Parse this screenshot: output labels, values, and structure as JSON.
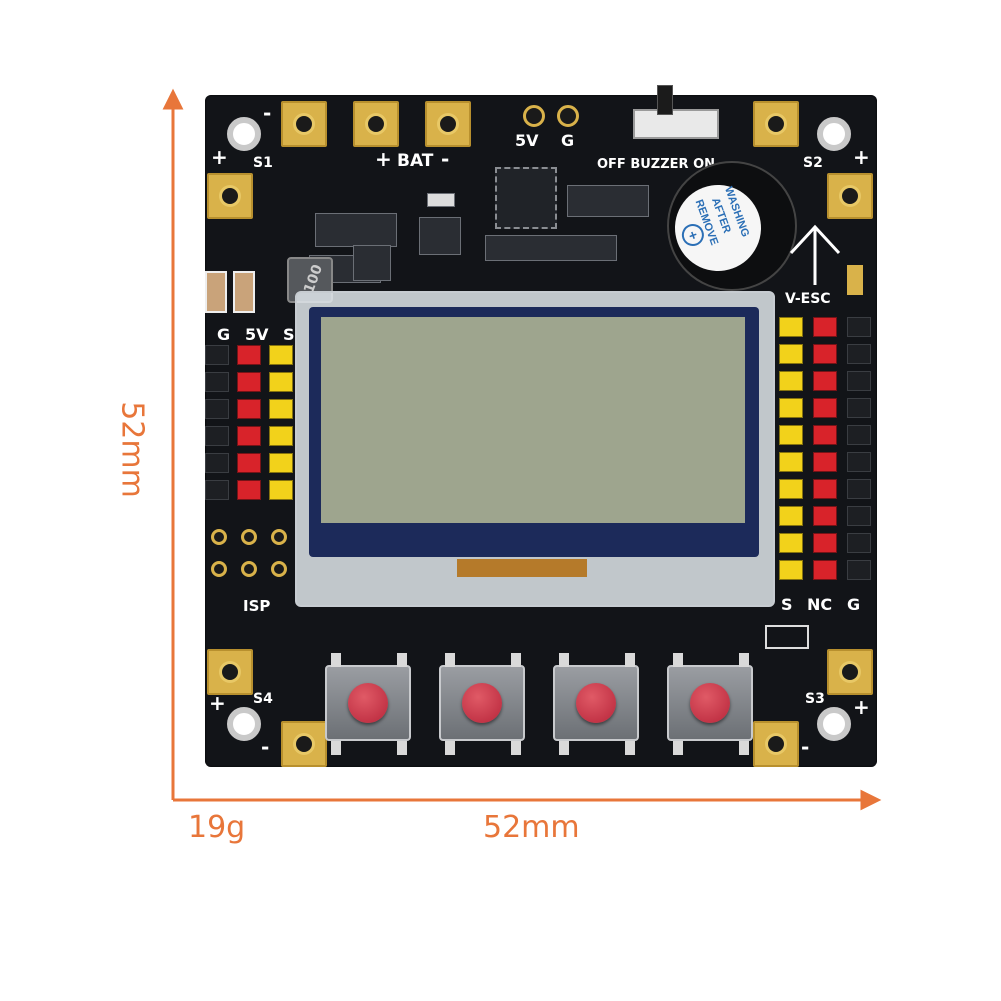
{
  "dimensions": {
    "height_label": "52mm",
    "width_label": "52mm",
    "weight_label": "19g",
    "accent_color": "#e8763a"
  },
  "board": {
    "labels": {
      "bat": "BAT",
      "plus": "+",
      "minus": "-",
      "five_v": "5V",
      "ground": "G",
      "buzzer_switch": "OFF BUZZER ON",
      "s1": "S1",
      "s2": "S2",
      "s3": "S3",
      "s4": "S4",
      "header_left": [
        "G",
        "5V",
        "S"
      ],
      "header_right": [
        "S",
        "NC",
        "G"
      ],
      "isp": "ISP",
      "v_esc": "V-ESC",
      "inductor": "100",
      "buzzer_sticker": [
        "REMOVE",
        "AFTER",
        "WASHING"
      ]
    },
    "board_color": "#121418",
    "pad_color": "#d9b24a",
    "lcd_color": "#9ea58e",
    "buttons_count": 4
  }
}
